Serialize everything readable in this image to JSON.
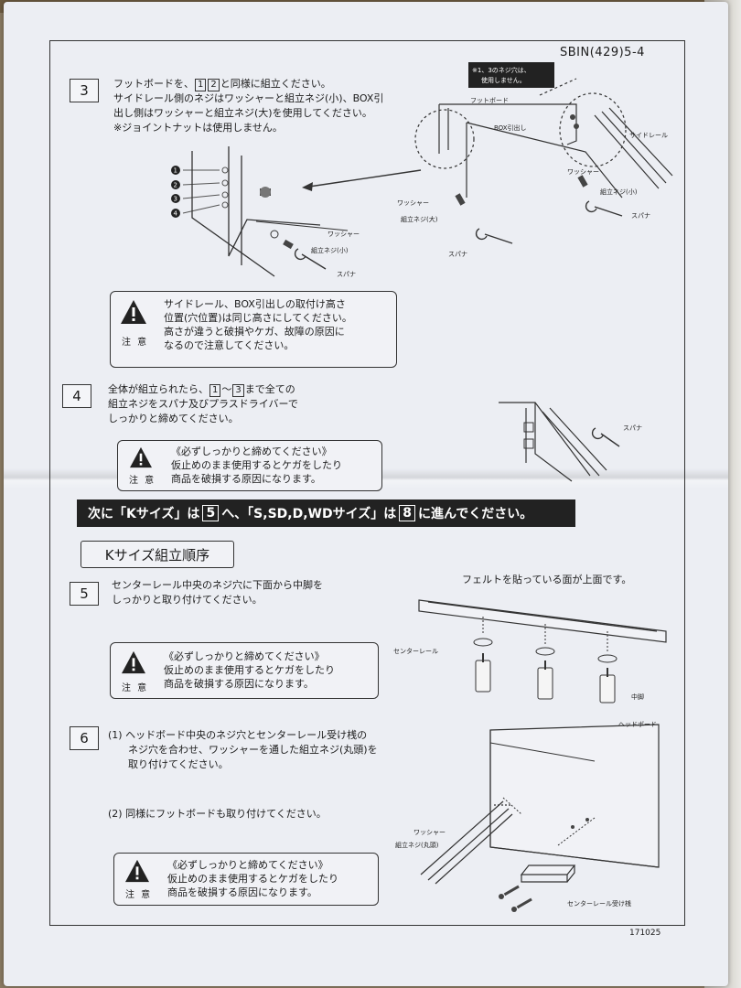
{
  "doc_id": "SBIN(429)5-4",
  "code": "171025",
  "steps": {
    "s3": {
      "num": "3",
      "line1_a": "フットボードを、",
      "ref1": "1",
      "ref2": "2",
      "line1_b": "と同様に組立ください。",
      "line2": "サイドレール側のネジはワッシャーと組立ネジ(小)、BOX引",
      "line3": "出し側はワッシャーと組立ネジ(大)を使用してください。",
      "line4": "※ジョイントナットは使用しません。",
      "caution": {
        "label": "注 意",
        "line1": "サイドレール、BOX引出しの取付け高さ",
        "line2": "位置(穴位置)は同じ高さにしてください。",
        "line3": "高さが違うと破損やケガ、故障の原因に",
        "line4": "なるので注意してください。"
      },
      "illus": {
        "n1": "1",
        "n2": "2",
        "n3": "3",
        "n4": "4",
        "washer": "ワッシャー",
        "screw_small": "組立ネジ(小)",
        "spanner": "スパナ",
        "note1": "※1、3のネジ穴は、",
        "note2": "使用しません。",
        "footboard": "フットボード",
        "box": "BOX引出し",
        "siderail": "サイドレール",
        "washer_r": "ワッシャー",
        "screw_small_r": "組立ネジ(小)",
        "spanner_r": "スパナ",
        "washer_l": "ワッシャー",
        "screw_large": "組立ネジ(大)",
        "spanner_l": "スパナ"
      }
    },
    "s4": {
      "num": "4",
      "line1_a": "全体が組立られたら、",
      "ref1": "1",
      "mid": "～",
      "ref3": "3",
      "line1_b": "まで全ての",
      "line2": "組立ネジをスパナ及びプラスドライバーで",
      "line3": "しっかりと締めてください。",
      "caution": {
        "label": "注 意",
        "line1": "《必ずしっかりと締めてください》",
        "line2": "仮止めのまま使用するとケガをしたり",
        "line3": "商品を破損する原因になります。"
      },
      "illus": {
        "spanner": "スパナ"
      }
    },
    "banner": {
      "a": "次に「Kサイズ」は",
      "ref5": "5",
      "b": "へ、「S,SD,D,WDサイズ」は",
      "ref8": "8",
      "c": "に進んでください。"
    },
    "ksize_title": "Kサイズ組立順序",
    "s5": {
      "num": "5",
      "line1": "センターレール中央のネジ穴に下面から中脚を",
      "line2": "しっかりと取り付けてください。",
      "felt_note": "フェルトを貼っている面が上面です。",
      "caution": {
        "label": "注 意",
        "line1": "《必ずしっかりと締めてください》",
        "line2": "仮止めのまま使用するとケガをしたり",
        "line3": "商品を破損する原因になります。"
      },
      "illus": {
        "center_rail": "センターレール",
        "leg": "中脚"
      }
    },
    "s6": {
      "num": "6",
      "line1": "(1) ヘッドボード中央のネジ穴とセンターレール受け桟の",
      "line2": "ネジ穴を合わせ、ワッシャーを通した組立ネジ(丸頭)を",
      "line3": "取り付けてください。",
      "line4": "(2) 同様にフットボードも取り付けてください。",
      "caution": {
        "label": "注 意",
        "line1": "《必ずしっかりと締めてください》",
        "line2": "仮止めのまま使用するとケガをしたり",
        "line3": "商品を破損する原因になります。"
      },
      "illus": {
        "headboard": "ヘッドボード",
        "washer": "ワッシャー",
        "screw_round": "組立ネジ(丸頭)",
        "rail_support": "センターレール受け桟"
      }
    }
  }
}
